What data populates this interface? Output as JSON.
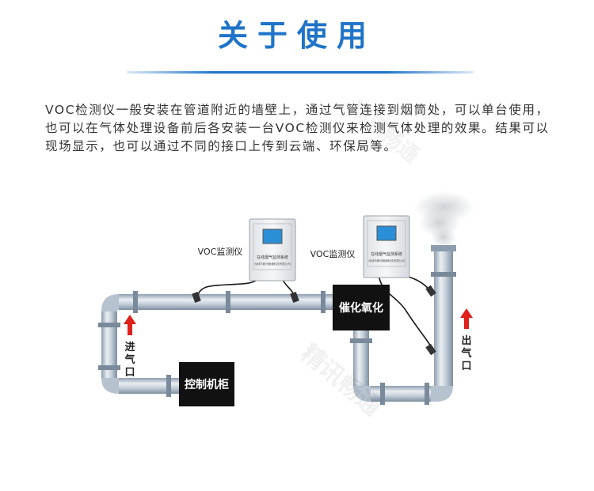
{
  "header": {
    "title": "关于使用"
  },
  "description": "VOC检测仪一般安装在管道附近的墙壁上，通过气管连接到烟筒处，可以单台使用，也可以在气体处理设备前后各安装一台VOC检测仪来检测气体处理的效果。结果可以现场显示，也可以通过不同的接口上传到云端、环保局等。",
  "diagram": {
    "monitor_label_left": "VOC监测仪",
    "monitor_label_right": "VOC监测仪",
    "monitor_panel_text": "在线烟气监测系统",
    "monitor_sub_text": "深圳市精讯畅通科技有限公司",
    "catalyst_box": "催化氧化",
    "control_box": "控制机柜",
    "inlet": {
      "c1": "进",
      "c2": "气",
      "c3": "口"
    },
    "outlet": {
      "c1": "出",
      "c2": "气",
      "c3": "口"
    }
  },
  "watermark": "精讯畅通",
  "colors": {
    "title": "#1f74c8",
    "arrow": "#e0201b",
    "box": "#111111",
    "pipe": "#a9b8c6",
    "screen": "#2a8fd6"
  }
}
